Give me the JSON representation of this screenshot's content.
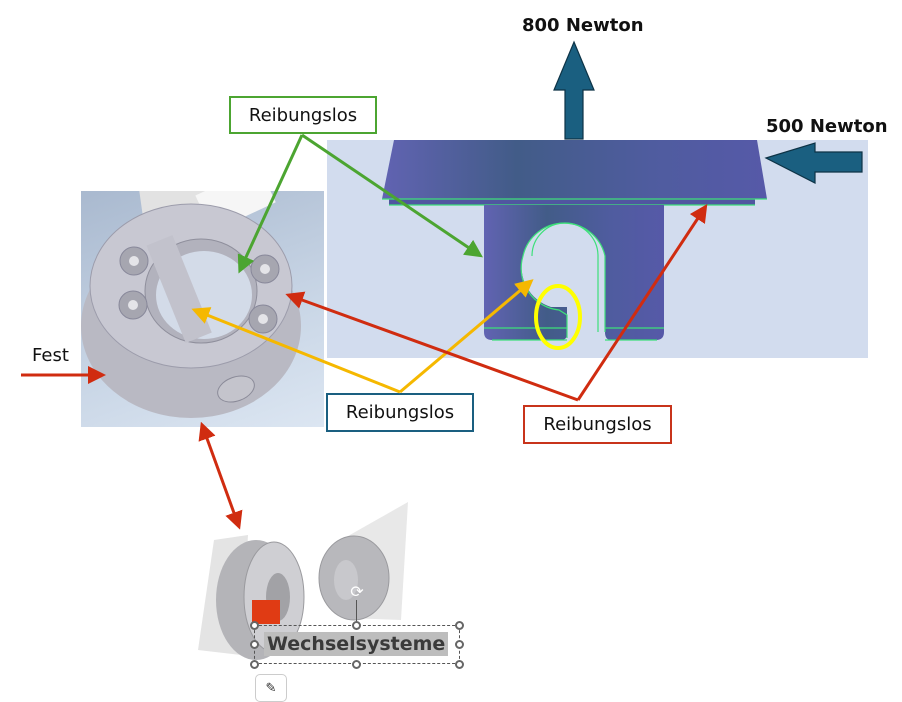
{
  "forces": {
    "vertical": {
      "label": "800 Newton",
      "color": "#1a5f80"
    },
    "horizontal": {
      "label": "500 Newton",
      "color": "#1a5f80"
    }
  },
  "labels": {
    "top_green": {
      "text": "Reibungslos",
      "border_color": "#4ca531"
    },
    "middle_blue": {
      "text": "Reibungslos",
      "border_color": "#1a5f80"
    },
    "right_red": {
      "text": "Reibungslos",
      "border_color": "#c8341b"
    },
    "fest": {
      "text": "Fest"
    }
  },
  "selected_textbox": {
    "text": "Wechselsysteme",
    "ai_button_icon": "sparkle-pen-icon"
  },
  "colors": {
    "arrow_green": "#4ca531",
    "arrow_yellow": "#f5b800",
    "arrow_red": "#d02c10",
    "highlight_yellow": "#ffff00",
    "part_purple": "#5058a0",
    "edge_green": "#3de07a"
  }
}
